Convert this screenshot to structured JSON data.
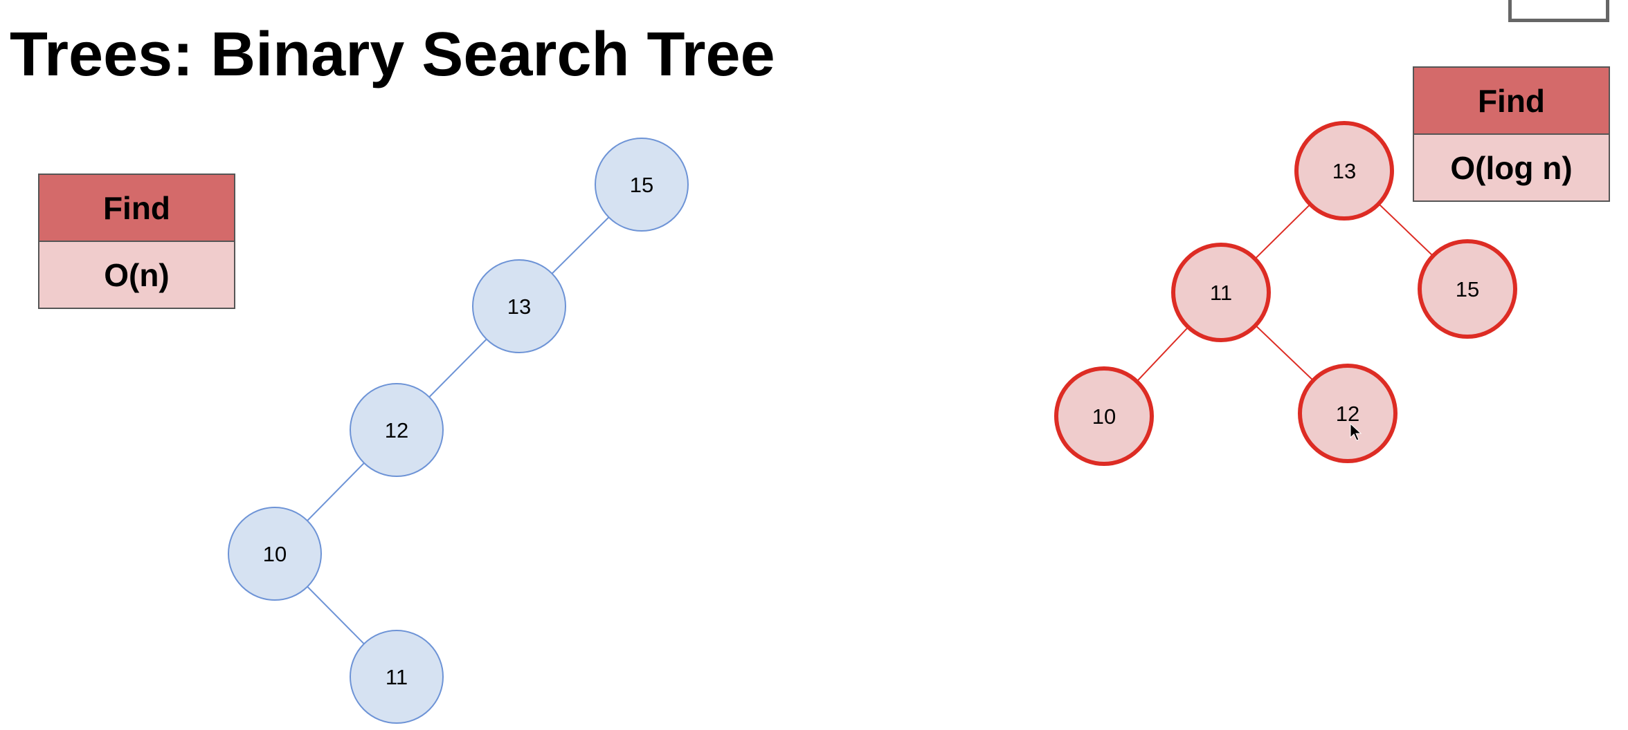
{
  "title": "Trees: Binary Search Tree",
  "left_table": {
    "header": "Find",
    "value": "O(n)"
  },
  "right_table": {
    "header": "Find",
    "value": "O(log n)"
  },
  "colors": {
    "header_fill": "#d46a6a",
    "value_fill": "#f0cccc",
    "unbalanced_node_fill": "#d6e2f2",
    "unbalanced_node_stroke": "#6d93d6",
    "balanced_node_fill": "#efcccc",
    "balanced_node_stroke": "#dd2c24"
  },
  "unbalanced_tree": {
    "nodes": [
      {
        "id": "u15",
        "label": "15"
      },
      {
        "id": "u13",
        "label": "13"
      },
      {
        "id": "u12",
        "label": "12"
      },
      {
        "id": "u10",
        "label": "10"
      },
      {
        "id": "u11",
        "label": "11"
      }
    ],
    "edges": [
      [
        "u15",
        "u13"
      ],
      [
        "u13",
        "u12"
      ],
      [
        "u12",
        "u10"
      ],
      [
        "u10",
        "u11"
      ]
    ]
  },
  "balanced_tree": {
    "nodes": [
      {
        "id": "b13",
        "label": "13"
      },
      {
        "id": "b11",
        "label": "11"
      },
      {
        "id": "b15",
        "label": "15"
      },
      {
        "id": "b10",
        "label": "10"
      },
      {
        "id": "b12",
        "label": "12"
      }
    ],
    "edges": [
      [
        "b13",
        "b11"
      ],
      [
        "b13",
        "b15"
      ],
      [
        "b11",
        "b10"
      ],
      [
        "b11",
        "b12"
      ]
    ]
  }
}
